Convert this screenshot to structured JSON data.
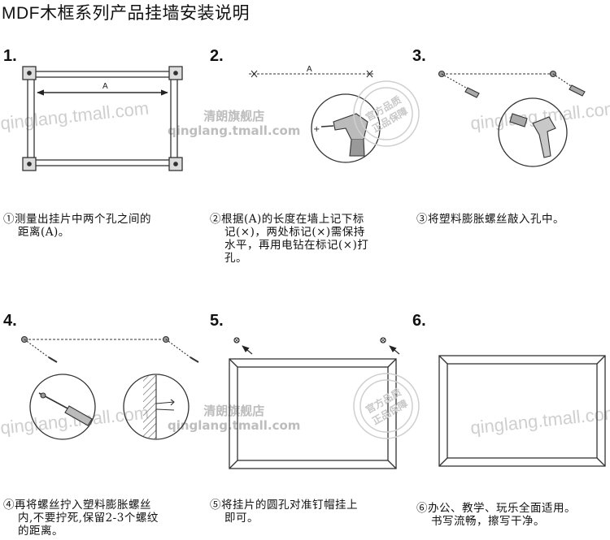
{
  "title": "MDF木框系列产品挂墙安装说明",
  "steps": [
    {
      "num": "1.",
      "desc": [
        "①测量出挂片中两个孔之间的",
        "距离(A)。"
      ]
    },
    {
      "num": "2.",
      "desc": [
        "②根据(A)的长度在墙上记下标",
        "记(×)，两处标记(×)需保持",
        "水平，再用电钻在标记(×)打",
        "孔。"
      ]
    },
    {
      "num": "3.",
      "desc": [
        "③将塑料膨胀螺丝敲入孔中。"
      ]
    },
    {
      "num": "4.",
      "desc": [
        "④再将螺丝拧入塑料膨胀螺丝",
        "内,不要拧死,保留2-3个螺纹",
        "的距离。"
      ]
    },
    {
      "num": "5.",
      "desc": [
        "⑤将挂片的圆孔对准钉帽挂上",
        "即可。"
      ]
    },
    {
      "num": "6.",
      "desc": [
        "⑥办公、教学、玩乐全面适用。",
        "书写流畅，擦写干净。"
      ]
    }
  ],
  "dimension_label": "A",
  "plus_mark": "+",
  "watermark": {
    "site": "qinglang.tmall.com",
    "shop": "清朗旗舰店",
    "shop_site": "qinglang.tmall.com",
    "stamp_lines": [
      "官方品质",
      "正品保障"
    ]
  },
  "colors": {
    "line": "#333333",
    "frame": "#444444",
    "watermark": "#cfcfcf"
  }
}
